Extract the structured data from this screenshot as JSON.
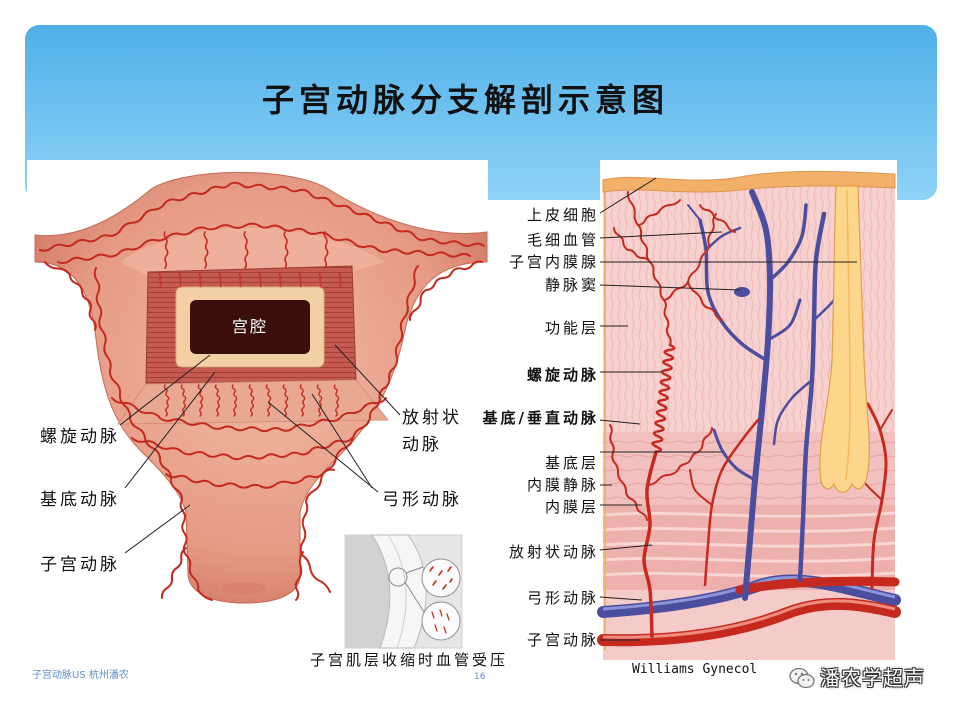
{
  "slide": {
    "title": "子宫动脉分支解剖示意图",
    "footer_text": "子宫动脉US 杭州潘农",
    "page_number": "16",
    "citation": "Williams Gynecol",
    "watermark": "潘农学超声"
  },
  "uterus_figure": {
    "cavity_label": "宫腔",
    "spiral_artery_label": "螺旋动脉",
    "basal_artery_label": "基底动脉",
    "uterine_artery_label": "子宫动脉",
    "radial_artery_label": [
      "放射状",
      "动脉"
    ],
    "arcuate_artery_label": "弓形动脉"
  },
  "inset_figure": {
    "caption": "子宫肌层收缩时血管受压"
  },
  "endometrium_figure": {
    "labels": [
      "上皮细胞",
      "毛细血管",
      "子宫内膜腺",
      "静脉窦",
      "功能层",
      "螺旋动脉",
      "基底/垂直动脉",
      "基底层",
      "内膜静脉",
      "内膜层",
      "放射状动脉",
      "弓形动脉",
      "子宫动脉"
    ]
  },
  "colors": {
    "header_blue": "#4fb0e8",
    "artery_red": "#c62a1f",
    "vein_blue": "#4b4d9e",
    "gland_yellow": "#fbd68b",
    "cavity_dark": "#3b100c",
    "footer_blue": "#5b8fc7"
  }
}
